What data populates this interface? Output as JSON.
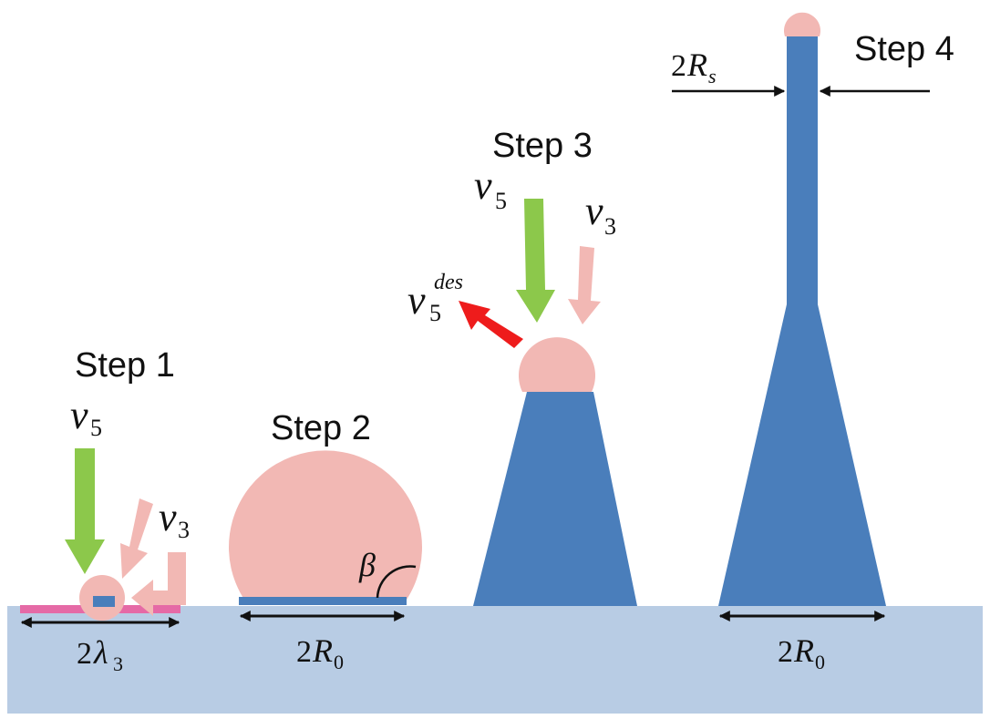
{
  "colors": {
    "substrate": "#b8cce4",
    "wire": "#4a7ebb",
    "droplet": "#f2b8b4",
    "green_arrow": "#8cc84b",
    "pink_arrow": "#f2b8b4",
    "red_arrow": "#ee1c1c",
    "catalyst_film": "#e56aa6"
  },
  "steps": {
    "step1": "Step 1",
    "step2": "Step 2",
    "step3": "Step 3",
    "step4": "Step 4"
  },
  "symbols": {
    "v": "v",
    "sub5": "5",
    "sub3": "3",
    "des": "des",
    "two": "2",
    "lambda": "λ",
    "R": "R",
    "sub0": "0",
    "subs": "s",
    "beta": "β"
  }
}
